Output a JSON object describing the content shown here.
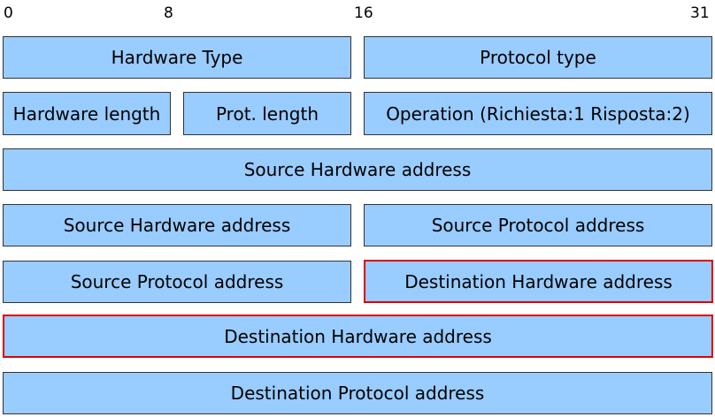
{
  "bit_scale": {
    "labels": [
      "0",
      "8",
      "16",
      "31"
    ]
  },
  "rows": [
    {
      "fields": [
        {
          "label": "Hardware Type",
          "highlight": false
        },
        {
          "label": "Protocol type",
          "highlight": false
        }
      ]
    },
    {
      "fields": [
        {
          "label": "Hardware length",
          "highlight": false
        },
        {
          "label": "Prot. length",
          "highlight": false
        },
        {
          "label": "Operation (Richiesta:1 Risposta:2)",
          "highlight": false
        }
      ]
    },
    {
      "fields": [
        {
          "label": "Source Hardware address",
          "highlight": false
        }
      ]
    },
    {
      "fields": [
        {
          "label": "Source Hardware address",
          "highlight": false
        },
        {
          "label": "Source Protocol address",
          "highlight": false
        }
      ]
    },
    {
      "fields": [
        {
          "label": "Source Protocol address",
          "highlight": false
        },
        {
          "label": "Destination Hardware address",
          "highlight": true
        }
      ]
    },
    {
      "fields": [
        {
          "label": "Destination Hardware address",
          "highlight": true
        }
      ]
    },
    {
      "fields": [
        {
          "label": "Destination Protocol address",
          "highlight": false
        }
      ]
    }
  ],
  "colors": {
    "field_fill": "#99ccff",
    "field_border": "#333333",
    "highlight_border": "#dd0000"
  }
}
